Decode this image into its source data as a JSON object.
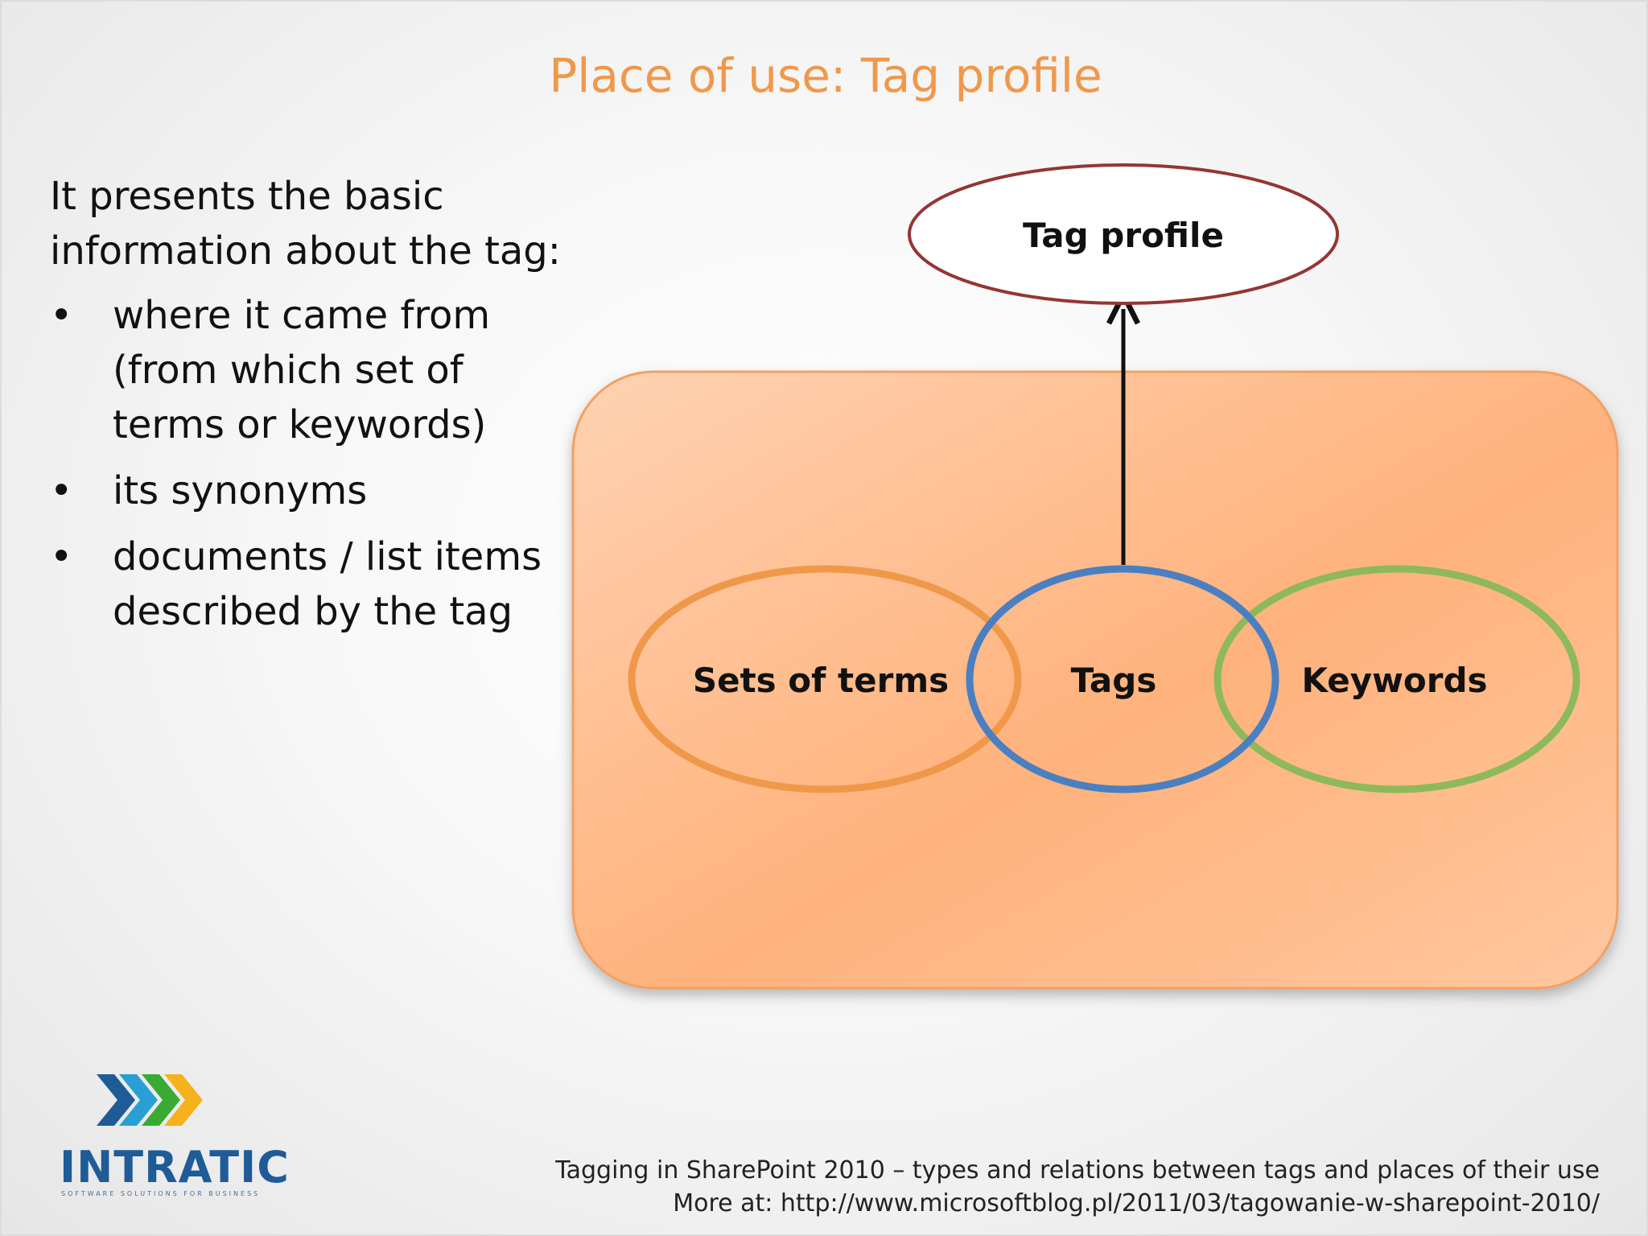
{
  "slide": {
    "title": "Place of use: Tag profile",
    "intro": "It  presents the basic information about the tag:",
    "bullet_symbol": "•",
    "bullets": [
      {
        "text": "where it came from (from which set of terms or keywords)"
      },
      {
        "text": "its synonyms"
      },
      {
        "text": "documents / list items described by the tag"
      }
    ]
  },
  "diagram": {
    "nodes": {
      "tag_profile": "Tag profile",
      "sets_of_terms": "Sets of terms",
      "tags": "Tags",
      "keywords": "Keywords"
    },
    "edges": [
      {
        "from": "Tags",
        "to": "Tag profile"
      }
    ],
    "colors": {
      "container_fill": "#fdb07e",
      "container_stroke": "#f3a063",
      "sets_of_terms_stroke": "#f0984a",
      "tags_stroke": "#4a7fc1",
      "keywords_stroke": "#8db95a",
      "tag_profile_stroke": "#943634",
      "arrow": "#111111"
    }
  },
  "logo": {
    "name": "INTRATIC",
    "tagline": "SOFTWARE SOLUTIONS FOR BUSINESS",
    "colors": [
      "#1f5b97",
      "#2a9fd6",
      "#3aaa35",
      "#f5b21a"
    ]
  },
  "footer": {
    "line1": "Tagging in SharePoint 2010 – types and relations between tags and places of their use",
    "line2": "More at: http://www.microsoftblog.pl/2011/03/tagowanie-w-sharepoint-2010/"
  }
}
